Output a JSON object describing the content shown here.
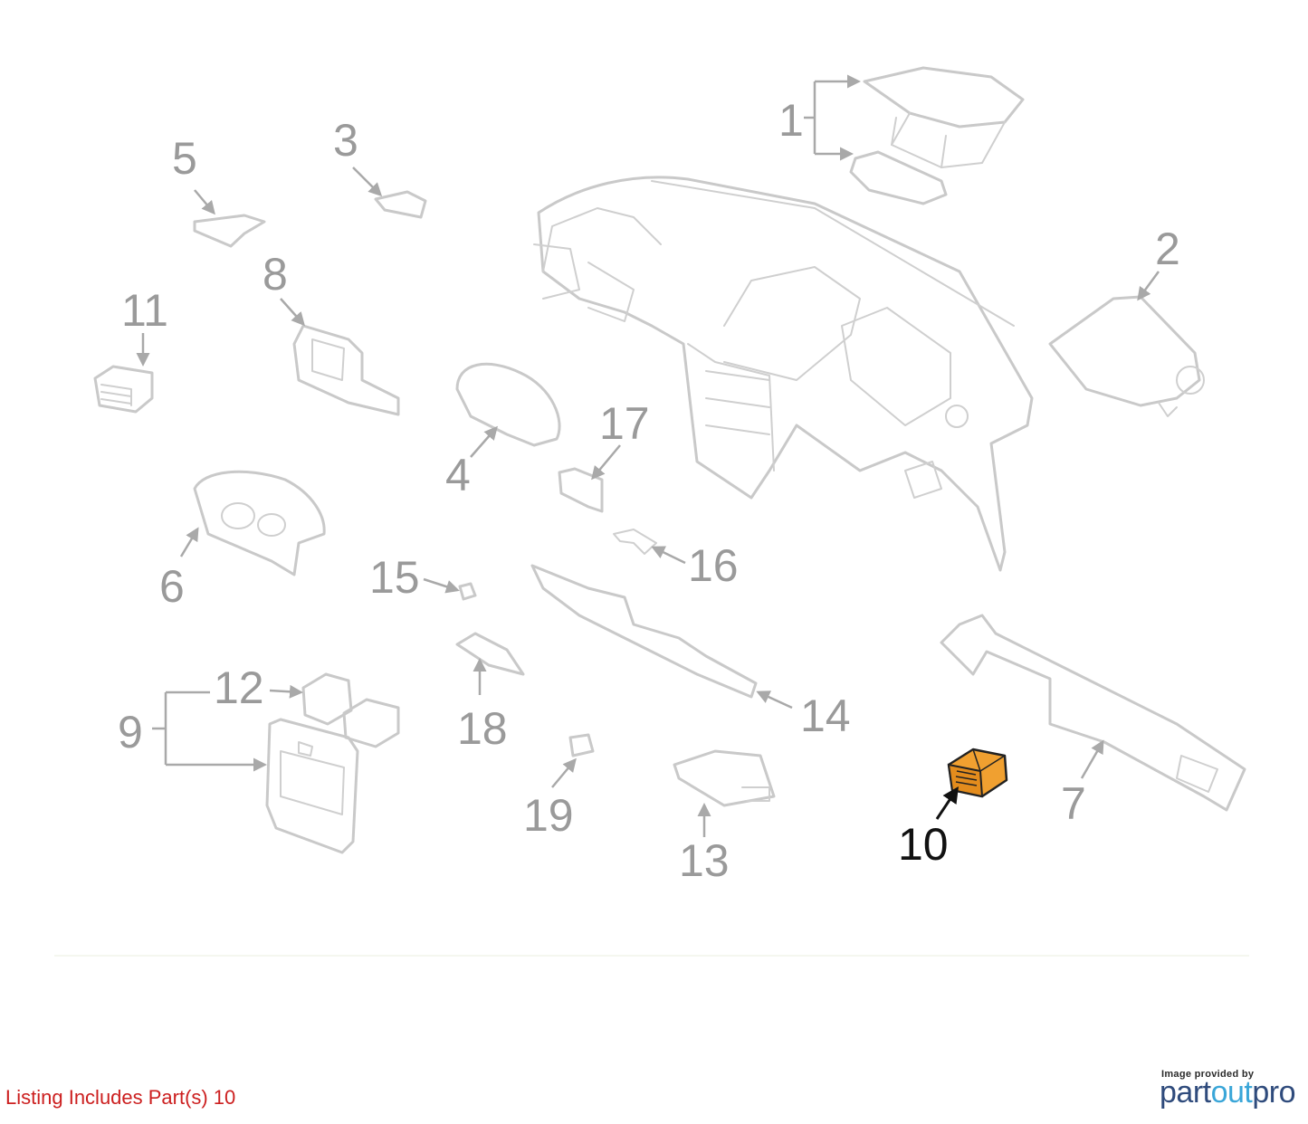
{
  "diagram": {
    "highlight_color": "#f0a030",
    "callouts": [
      {
        "id": "c1",
        "label": "1"
      },
      {
        "id": "c2",
        "label": "2"
      },
      {
        "id": "c3",
        "label": "3"
      },
      {
        "id": "c4",
        "label": "4"
      },
      {
        "id": "c5",
        "label": "5"
      },
      {
        "id": "c6",
        "label": "6"
      },
      {
        "id": "c7",
        "label": "7"
      },
      {
        "id": "c8",
        "label": "8"
      },
      {
        "id": "c9",
        "label": "9"
      },
      {
        "id": "c10",
        "label": "10"
      },
      {
        "id": "c11",
        "label": "11"
      },
      {
        "id": "c12",
        "label": "12"
      },
      {
        "id": "c13",
        "label": "13"
      },
      {
        "id": "c14",
        "label": "14"
      },
      {
        "id": "c15",
        "label": "15"
      },
      {
        "id": "c16",
        "label": "16"
      },
      {
        "id": "c17",
        "label": "17"
      },
      {
        "id": "c18",
        "label": "18"
      },
      {
        "id": "c19",
        "label": "19"
      }
    ]
  },
  "footer": {
    "caption": "Listing Includes Part(s)",
    "parts": "10",
    "provider_small": "Image provided by",
    "brand_a": "part",
    "brand_b": "out",
    "brand_c": "pro"
  }
}
